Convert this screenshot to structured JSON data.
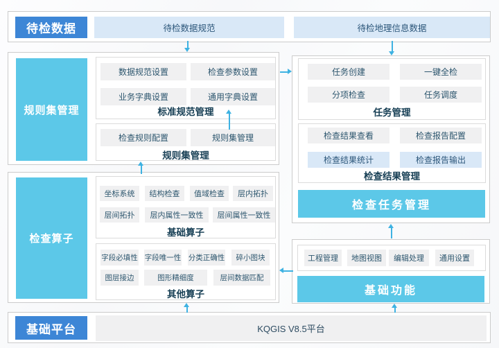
{
  "colors": {
    "primary_blue": "#3D86D6",
    "sky_blue": "#5CC8E8",
    "light_blue": "#D9E8F7",
    "box_gray": "#F0F0F1",
    "arrow_cyan": "#3EB2E2"
  },
  "pending": {
    "label": "待检数据",
    "spec_box": "待检数据规范",
    "gis_box": "待检地理信息数据"
  },
  "ruleset": {
    "label": "规则集管理",
    "standard_group": {
      "caption": "标准规范管理",
      "items": [
        "数据规范设置",
        "检查参数设置",
        "业务字典设置",
        "通用字典设置"
      ]
    },
    "rule_group": {
      "caption": "规则集管理",
      "items": [
        "检查规则配置",
        "规则集管理"
      ]
    }
  },
  "task": {
    "title": "检查任务管理",
    "task_group": {
      "caption": "任务管理",
      "items": [
        "任务创建",
        "一键全检",
        "分项检查",
        "任务调度"
      ]
    },
    "result_group": {
      "caption": "检查结果管理",
      "items": [
        "检查结果查看",
        "检查报告配置",
        "检查结果统计",
        "检查报告输出"
      ]
    }
  },
  "operator": {
    "label": "检查算子",
    "basic_group": {
      "caption": "基础算子",
      "items": [
        "坐标系统",
        "结构检查",
        "值域检查",
        "层内拓扑",
        "层间拓扑",
        "层内属性一致性",
        "层间属性一致性"
      ]
    },
    "other_group": {
      "caption": "其他算子",
      "items": [
        "字段必填性",
        "字段唯一性",
        "分类正确性",
        "碎小图块",
        "图层接边",
        "图形精细度",
        "层间数据匹配"
      ]
    }
  },
  "basic": {
    "title": "基础功能",
    "items": [
      "工程管理",
      "地图视图",
      "编辑处理",
      "通用设置"
    ]
  },
  "platform": {
    "label": "基础平台",
    "name": "KQGIS V8.5平台"
  }
}
